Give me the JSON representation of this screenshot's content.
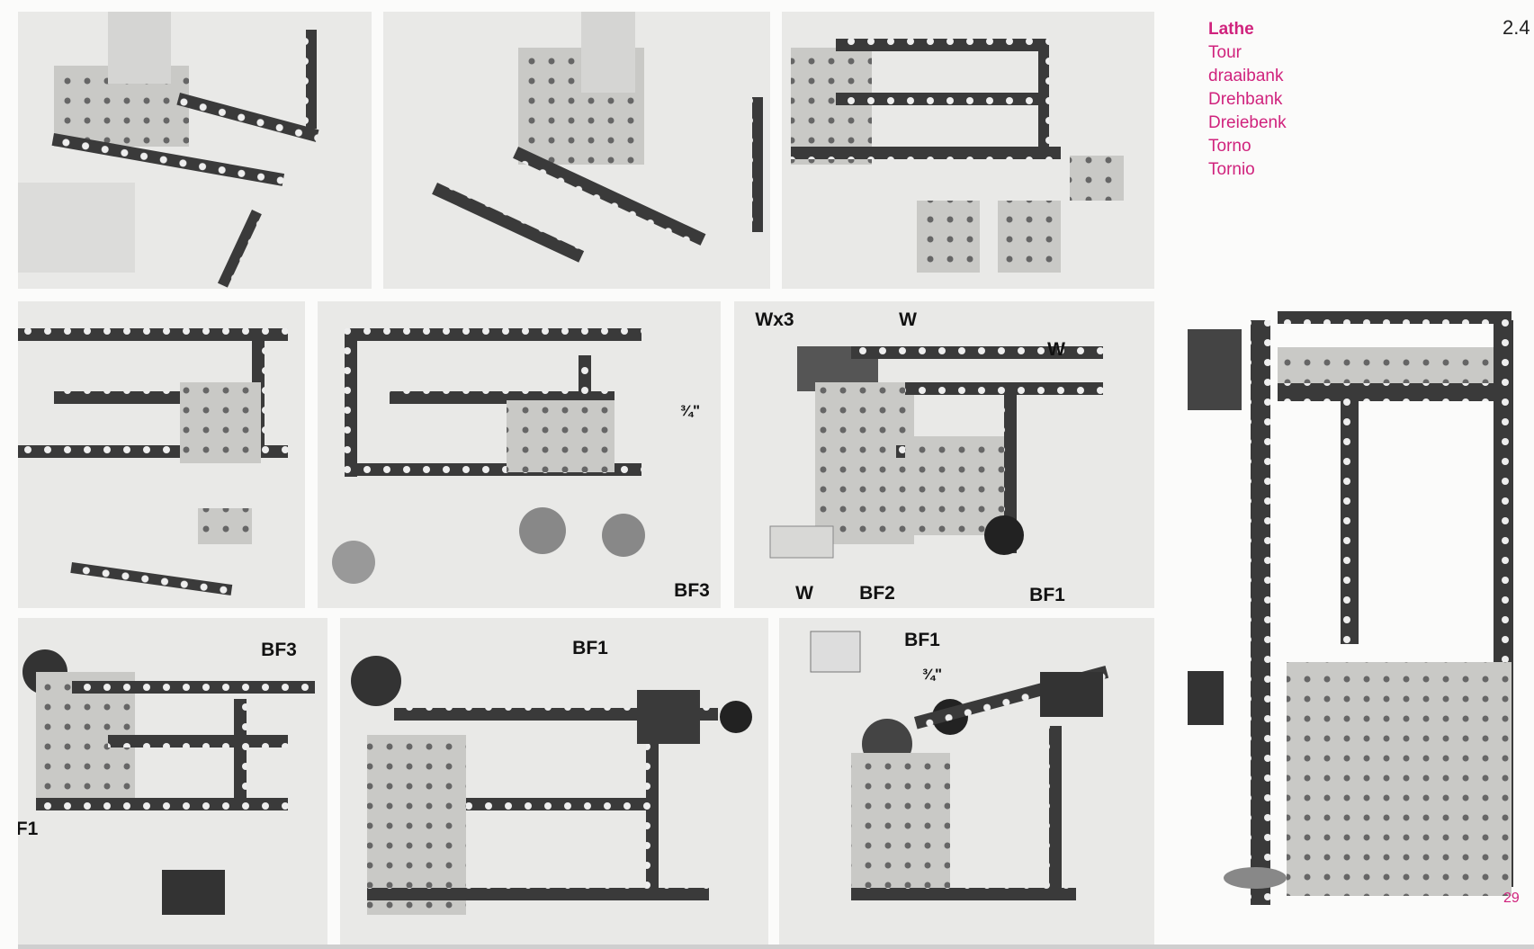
{
  "header": {
    "section_number": "2.4",
    "titles": [
      "Lathe",
      "Tour",
      "draaibank",
      "Drehbank",
      "Dreiebenk",
      "Torno",
      "Tornio"
    ]
  },
  "labels": {
    "p5_three_quarter": "¾\"",
    "p5_bf3": "BF3",
    "p6_wx3": "Wx3",
    "p6_w_top": "W",
    "p6_w_right": "W",
    "p6_w_bottom": "W",
    "p6_bf2": "BF2",
    "p6_bf1": "BF1",
    "p7_bf3": "BF3",
    "p7_f1": "F1",
    "p8_bf1": "BF1",
    "p9_bf1": "BF1",
    "p9_three_quarter": "¾\""
  },
  "footer": {
    "page_number": "29"
  }
}
